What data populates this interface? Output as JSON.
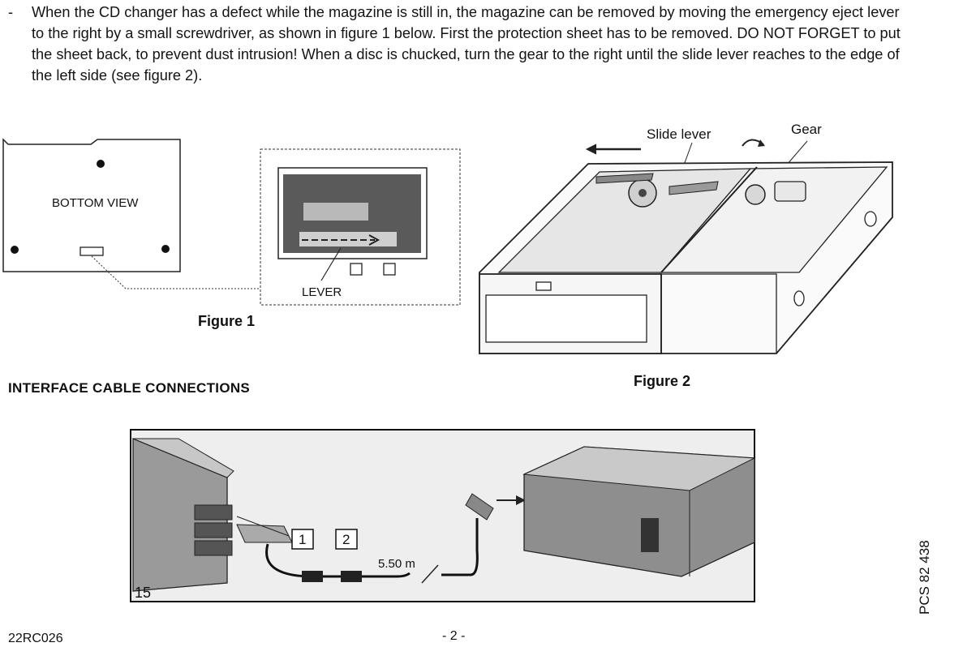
{
  "paragraph": {
    "bullet": "-",
    "text": "When the CD changer has a defect while the magazine is still in, the magazine can be removed by moving the emergency eject lever to the right by a small screwdriver, as shown in figure 1 below. First the protection sheet has to be removed. DO NOT FORGET to put the sheet back, to prevent dust intrusion! When a disc is chucked, turn the gear to the right until the slide lever reaches to the edge of the left side (see figure 2)."
  },
  "figure1": {
    "caption": "Figure 1",
    "bottom_view_label": "BOTTOM VIEW",
    "lever_label": "LEVER"
  },
  "figure2": {
    "caption": "Figure 2",
    "slide_lever_label": "Slide lever",
    "gear_label": "Gear"
  },
  "section": {
    "heading": "INTERFACE CABLE CONNECTIONS"
  },
  "figure3": {
    "number": "15",
    "box1": "1",
    "box2": "2",
    "cable_length": "5.50 m"
  },
  "footer": {
    "doc_code": "22RC026",
    "page_number": "- 2 -",
    "side_code": "PCS 82 438"
  }
}
